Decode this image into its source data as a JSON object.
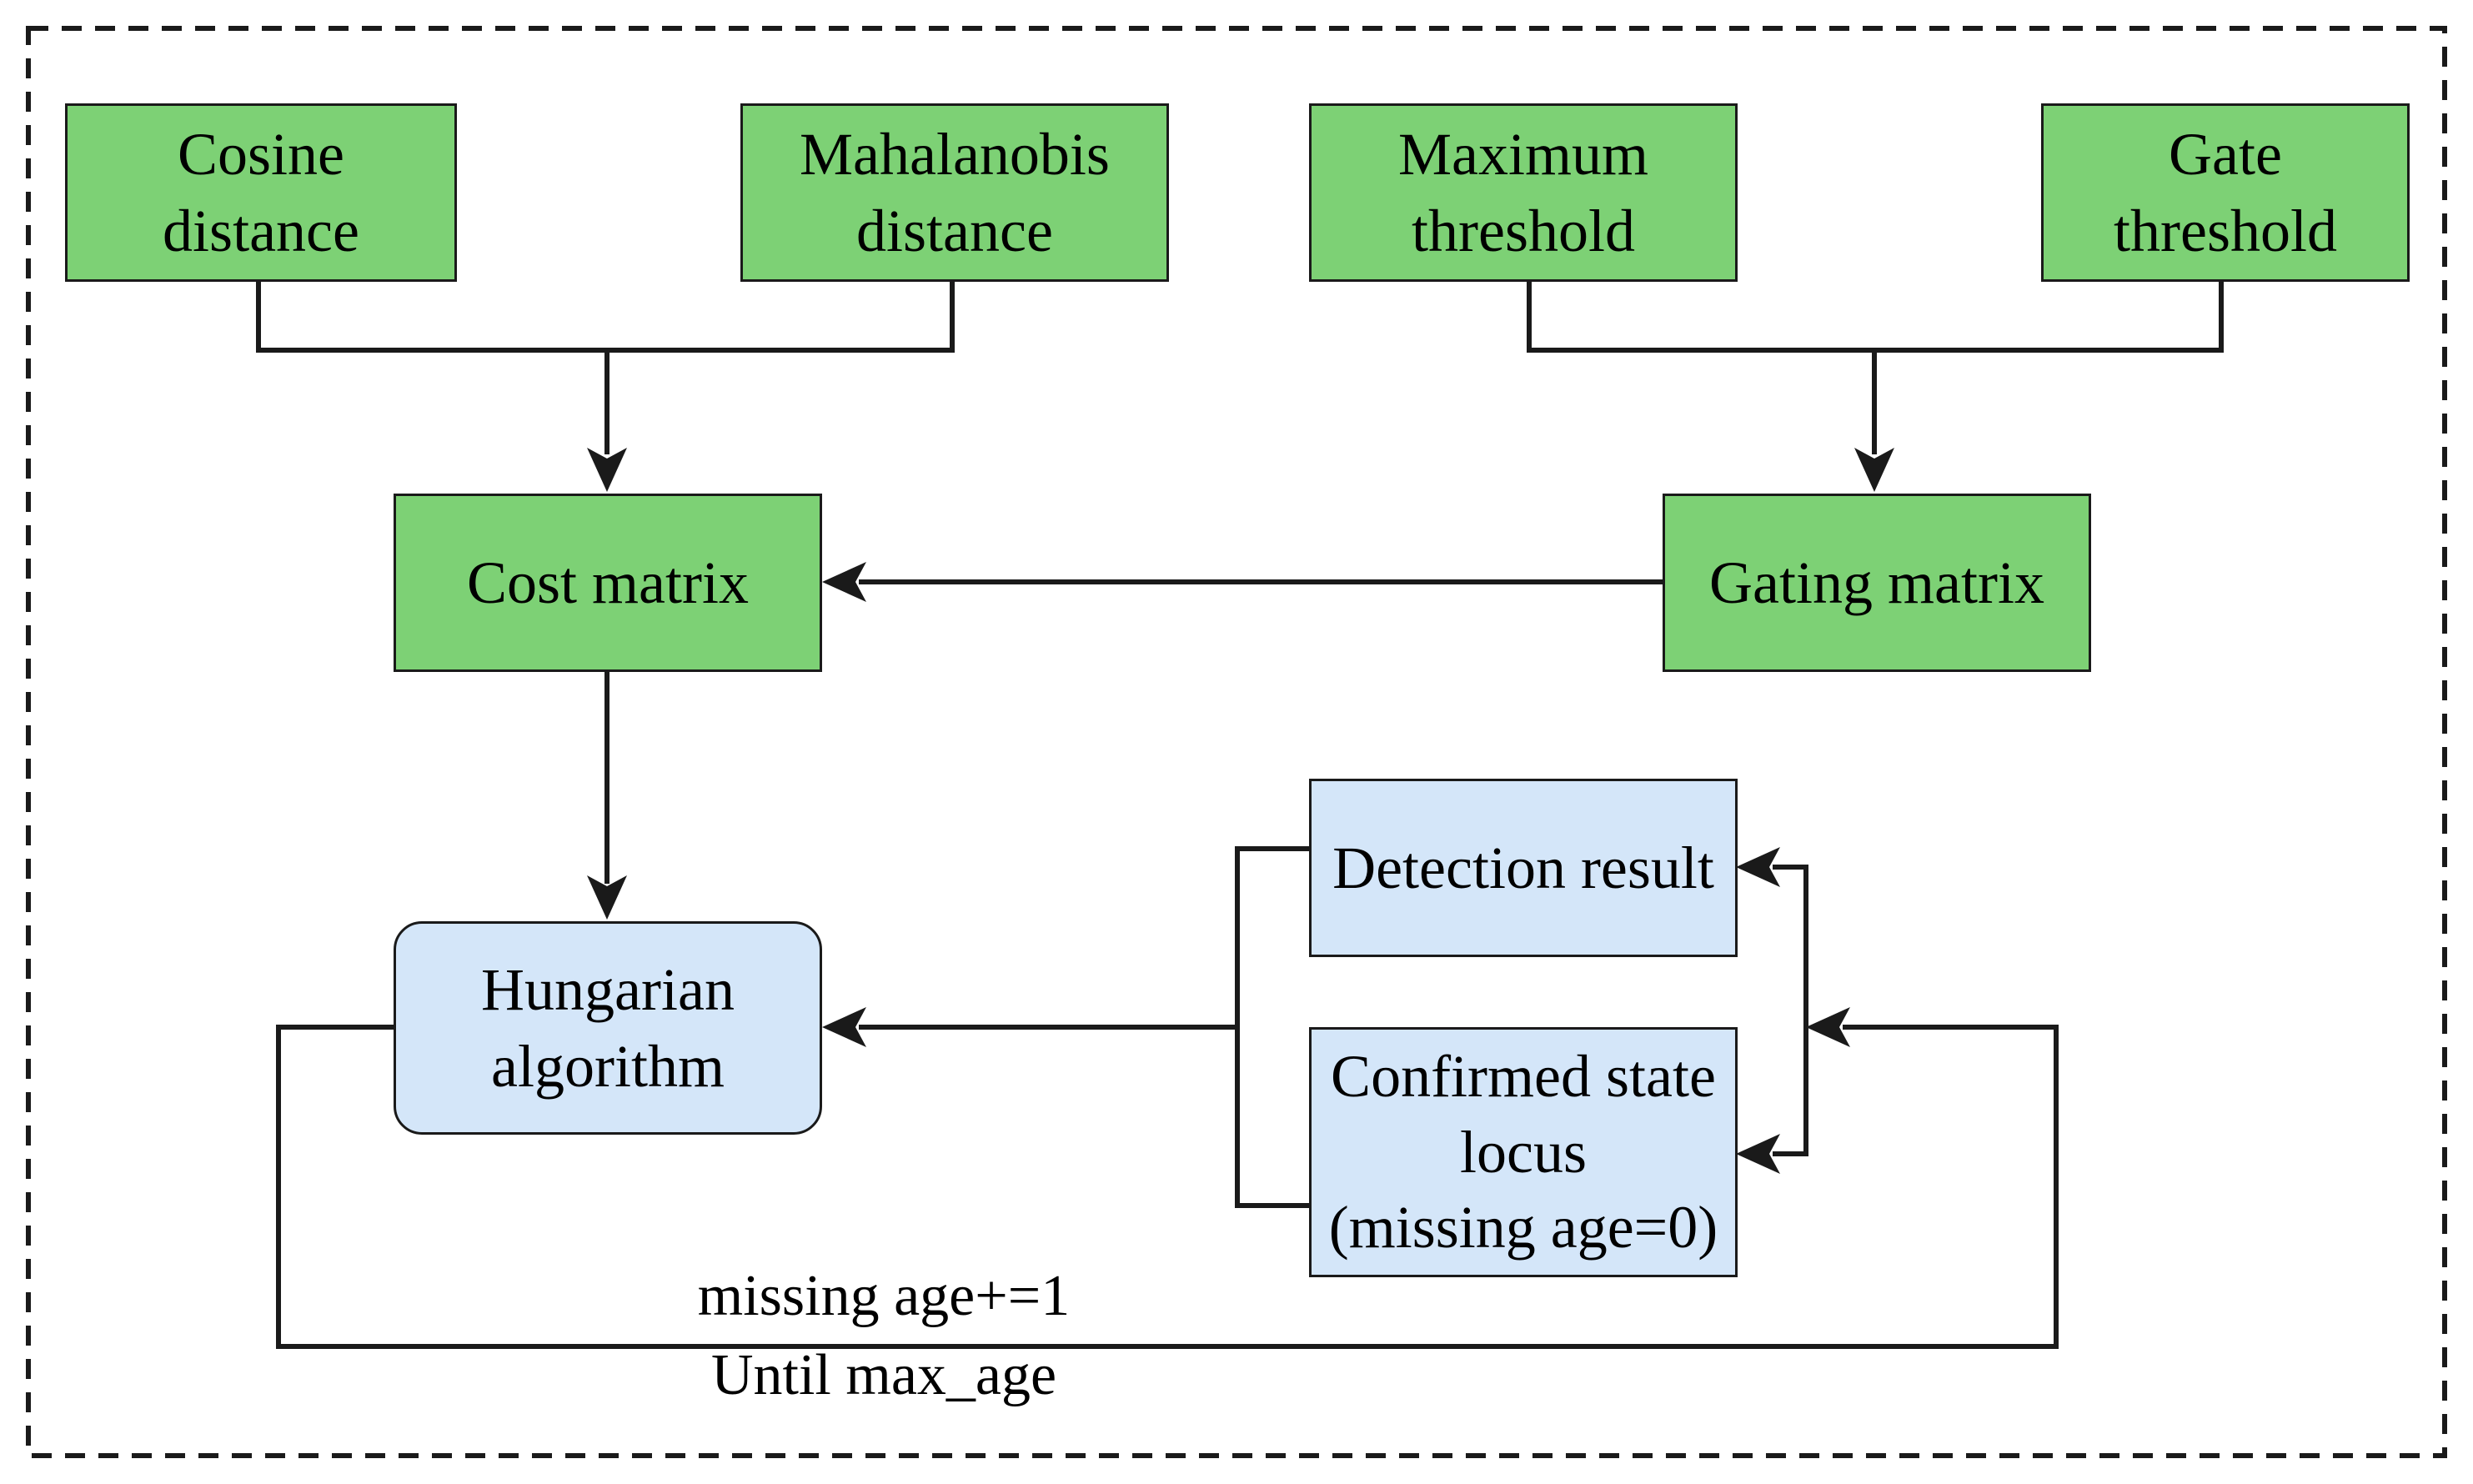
{
  "diagram": {
    "nodes": {
      "cosine": "Cosine\ndistance",
      "mahalanobis": "Mahalanobis\ndistance",
      "max_threshold": "Maximum\nthreshold",
      "gate_threshold": "Gate\nthreshold",
      "cost_matrix": "Cost matrix",
      "gating_matrix": "Gating matrix",
      "hungarian": "Hungarian\nalgorithm",
      "detection": "Detection result",
      "confirmed": "Confirmed state\nlocus\n(missing age=0)"
    },
    "labels": {
      "missing_age": "missing age+=1",
      "until_max": "Until max_age"
    },
    "colors": {
      "process_fill": "#7dd175",
      "state_fill": "#d4e6f9",
      "stroke": "#1a1a1a"
    }
  }
}
